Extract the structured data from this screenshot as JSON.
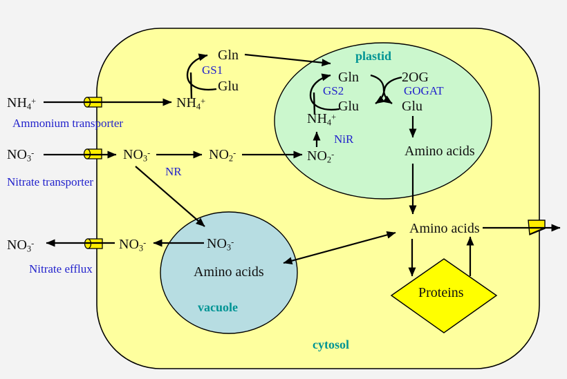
{
  "diagram": {
    "regions": {
      "cytosol": "cytosol",
      "plastid": "plastid",
      "vacuole": "vacuole"
    },
    "enzymes": {
      "gs1": "GS1",
      "gs2": "GS2",
      "gogat": "GOGAT",
      "nir": "NiR",
      "nr": "NR"
    },
    "transporters": {
      "ammonium": "Ammonium transporter",
      "nitrate": "Nitrate transporter",
      "efflux": "Nitrate efflux"
    },
    "metabolites": {
      "nh4_out": "NH4+",
      "nh4_cyt": "NH4+",
      "nh4_pla": "NH4+",
      "no3_out_top": "NO3-",
      "no3_cyt_top": "NO3-",
      "no2_cyt": "NO2-",
      "no2_pla": "NO2-",
      "no3_vac": "NO3-",
      "no3_cyt_bot": "NO3-",
      "no3_out_bot": "NO3-",
      "gln_cyt": "Gln",
      "glu_cyt": "Glu",
      "gln_pla": "Gln",
      "og_pla": "2OG",
      "glu_pla_left": "Glu",
      "glu_pla_right": "Glu",
      "amino_pla": "Amino acids",
      "amino_cyt": "Amino acids",
      "amino_vac": "Amino acids",
      "proteins": "Proteins"
    },
    "colors": {
      "background": "#f3f3f3",
      "cell_fill": "#feff9e",
      "plastid_fill": "#cbf7cd",
      "vacuole_fill": "#b7dde2",
      "protein_fill": "#ffff00",
      "transporter_fill": "#ffee00",
      "enzyme_text": "#2222cc",
      "region_text": "#009494",
      "arrow_color": "#000000"
    }
  }
}
